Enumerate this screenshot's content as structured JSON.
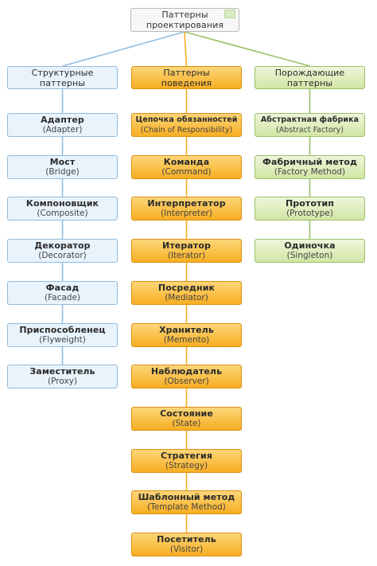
{
  "root": {
    "label": "Паттерны\nпроектирования"
  },
  "columns": [
    {
      "key": "structural",
      "label": "Структурные паттерны",
      "color": "#93bddf",
      "items": [
        {
          "title": "Адаптер",
          "sub": "(Adapter)"
        },
        {
          "title": "Мост",
          "sub": "(Bridge)"
        },
        {
          "title": "Компоновщик",
          "sub": "(Composite)"
        },
        {
          "title": "Декоратор",
          "sub": "(Decorator)"
        },
        {
          "title": "Фасад",
          "sub": "(Facade)"
        },
        {
          "title": "Приспособленец",
          "sub": "(Flyweight)"
        },
        {
          "title": "Заместитель",
          "sub": "(Proxy)"
        }
      ]
    },
    {
      "key": "behavioral",
      "label": "Паттерны поведения",
      "color": "#f7ae22",
      "items": [
        {
          "title": "Цепочка обязанностей",
          "sub": "(Chain of Responsibility)"
        },
        {
          "title": "Команда",
          "sub": "(Command)"
        },
        {
          "title": "Интерпретатор",
          "sub": "(Interpreter)"
        },
        {
          "title": "Итератор",
          "sub": "(Iterator)"
        },
        {
          "title": "Посредник",
          "sub": "(Mediator)"
        },
        {
          "title": "Хранитель",
          "sub": "(Memento)"
        },
        {
          "title": "Наблюдатель",
          "sub": "(Observer)"
        },
        {
          "title": "Состояние",
          "sub": "(State)"
        },
        {
          "title": "Стратегия",
          "sub": "(Strategy)"
        },
        {
          "title": "Шаблонный метод",
          "sub": "(Template Method)"
        },
        {
          "title": "Посетитель",
          "sub": "(Visitor)"
        }
      ]
    },
    {
      "key": "creational",
      "label": "Порождающие паттерны",
      "color": "#9bc06a",
      "items": [
        {
          "title": "Абстрактная фабрика",
          "sub": "(Abstract Factory)"
        },
        {
          "title": "Фабричный метод",
          "sub": "(Factory Method)"
        },
        {
          "title": "Прототип",
          "sub": "(Prototype)"
        },
        {
          "title": "Одиночка",
          "sub": "(Singleton)"
        }
      ]
    }
  ]
}
